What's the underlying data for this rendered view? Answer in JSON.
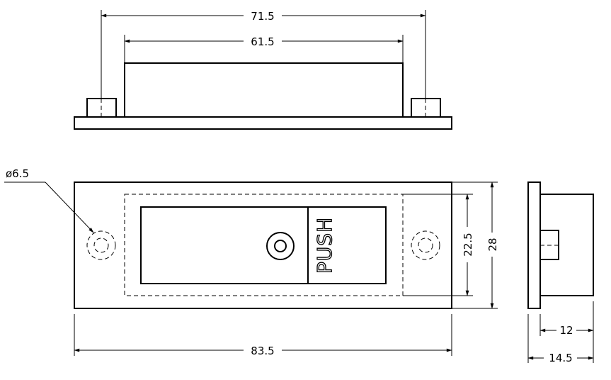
{
  "dimensions": {
    "overall_length_top": "71.5",
    "body_length_top": "61.5",
    "hole_diameter": "ø6.5",
    "inner_height": "22.5",
    "overall_height": "28",
    "overall_length_front": "83.5",
    "body_depth": "12",
    "overall_depth": "14.5"
  },
  "label_push": "PUSH"
}
